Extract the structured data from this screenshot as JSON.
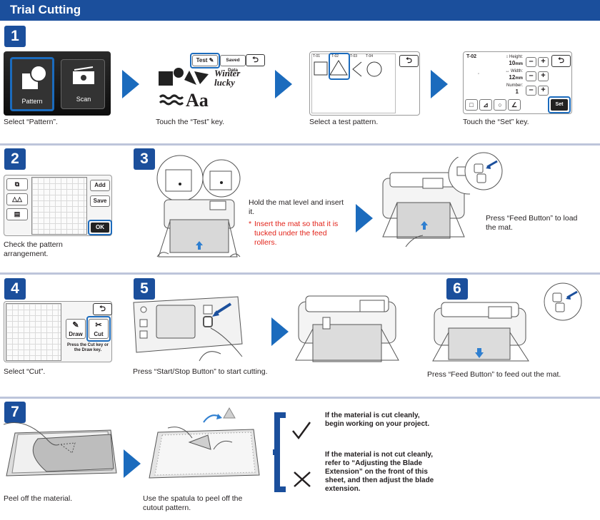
{
  "header": {
    "title": "Trial Cutting"
  },
  "steps": [
    "1",
    "2",
    "3",
    "4",
    "5",
    "6",
    "7"
  ],
  "step1": {
    "pattern_label": "Pattern",
    "scan_label": "Scan",
    "test_key": "Test",
    "saved_data": "Saved Data",
    "winter_text": "Winter",
    "lucky_text": "lucky",
    "aa_text": "Aa",
    "patterns": [
      "T-01",
      "T-02",
      "T-03",
      "T-04"
    ],
    "set_screen": {
      "code": "T-02",
      "height_label": "Height:",
      "height_value": "10",
      "width_label": "Width:",
      "width_value": "12",
      "unit": "mm",
      "number_label": "Number:",
      "number_value": "1",
      "minus": "–",
      "plus": "+",
      "set_key": "Set"
    },
    "captions": [
      "Select “Pattern”.",
      "Touch the “Test” key.",
      "Select a test pattern.",
      "Touch the “Set” key."
    ]
  },
  "step2": {
    "add": "Add",
    "save": "Save",
    "ok": "OK",
    "caption": "Check the pattern arrangement."
  },
  "step3": {
    "text1": "Hold the mat level and insert it.",
    "star": "*",
    "note": "Insert the mat so that it is tucked under the feed rollers.",
    "text2": "Press “Feed Button” to load the mat."
  },
  "step4": {
    "draw": "Draw",
    "cut": "Cut",
    "hint": "Press the Cut key or the Draw key.",
    "caption": "Select “Cut”."
  },
  "step5": {
    "caption": "Press “Start/Stop Button” to start cutting."
  },
  "step6": {
    "caption": "Press “Feed Button” to feed out the mat."
  },
  "step7": {
    "caption1": "Peel off the material.",
    "caption2": "Use the spatula to peel off the cutout pattern.",
    "ok_text": "If the material is cut cleanly, begin working on your project.",
    "ng_text": "If the material is not cut cleanly, refer to “Adjusting the Blade Extension” on the front of this sheet, and then adjust the blade extension."
  },
  "colors": {
    "brand_blue": "#1b4f9c",
    "arrow_blue": "#1b6bbd",
    "note_red": "#e2231a",
    "divider": "#bdc5db"
  }
}
